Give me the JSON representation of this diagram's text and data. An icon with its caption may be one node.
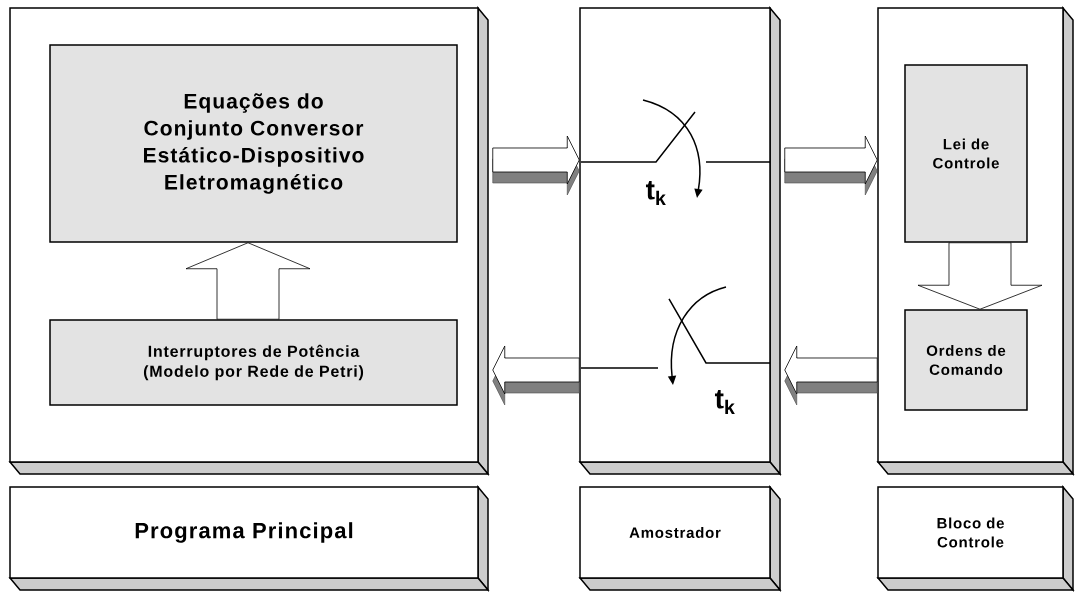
{
  "diagram": {
    "nodes": [
      {
        "text": [],
        "shape": "box"
      },
      {
        "text": [
          "Equações do Conjunto Conversor Estático-Dispositivo Eletromagnético"
        ],
        "in": 0
      },
      {
        "text": [
          "Interruptores de Potência (Modelo por Rede de Petri)"
        ],
        "in": 0
      },
      {
        "text": [],
        "shape": "box"
      },
      {
        "text": [],
        "shape": "box"
      },
      {
        "text": [
          "Lei de Controle"
        ],
        "in": 4
      },
      {
        "text": [
          "Ordens de Comando"
        ],
        "in": 4
      },
      {
        "text": [
          "Programa Principal"
        ]
      },
      {
        "text": [
          "Amostrador"
        ]
      },
      {
        "text": [
          "Bloco de Controle"
        ]
      }
    ],
    "edges": [
      {
        "from": 2,
        "to": 1,
        "arrow": "to"
      },
      {
        "from": 0,
        "to": 3,
        "arrow": "to"
      },
      {
        "from": 3,
        "to": 4,
        "arrow": "to"
      },
      {
        "from": 4,
        "to": 3,
        "arrow": "to"
      },
      {
        "from": 3,
        "to": 0,
        "arrow": "to"
      },
      {
        "from": 5,
        "to": 6,
        "arrow": "to"
      }
    ],
    "labels": [
      "t$_{k}$",
      "t$_{k}$"
    ]
  }
}
